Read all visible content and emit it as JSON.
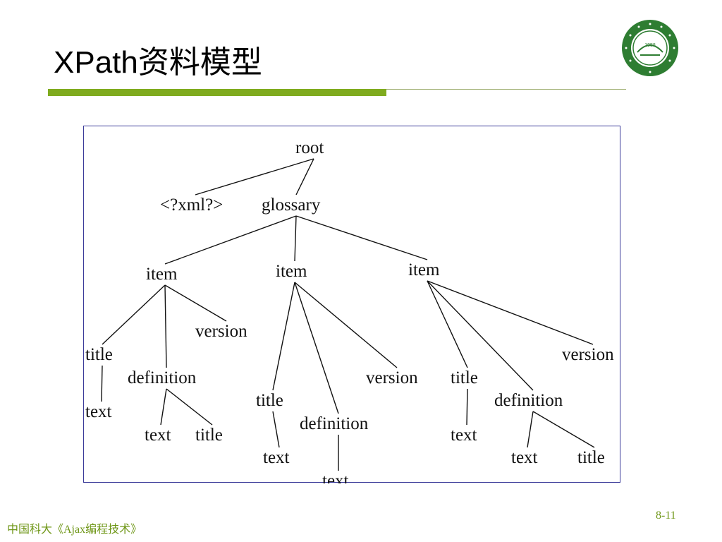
{
  "slide": {
    "title": "XPath资料模型",
    "footer_left": "中国科大《Ajax编程技术》",
    "page_number": "8-11"
  },
  "logo": {
    "year": "1958",
    "icon": "university-seal-icon"
  },
  "colors": {
    "accent_green": "#7fab1e",
    "thin_rule": "#9aaa6a",
    "footer_text": "#6e9616",
    "frame_border": "#3a3a99",
    "logo_green": "#2e7d32"
  },
  "tree": {
    "nodes": [
      {
        "id": "root",
        "label": "root"
      },
      {
        "id": "xml",
        "label": "<?xml?>"
      },
      {
        "id": "glossary",
        "label": "glossary"
      },
      {
        "id": "item1",
        "label": "item"
      },
      {
        "id": "item2",
        "label": "item"
      },
      {
        "id": "item3",
        "label": "item"
      },
      {
        "id": "i1_title",
        "label": "title"
      },
      {
        "id": "i1_title_text",
        "label": "text"
      },
      {
        "id": "i1_def",
        "label": "definition"
      },
      {
        "id": "i1_def_text",
        "label": "text"
      },
      {
        "id": "i1_def_title",
        "label": "title"
      },
      {
        "id": "i1_version",
        "label": "version"
      },
      {
        "id": "i2_title",
        "label": "title"
      },
      {
        "id": "i2_title_text",
        "label": "text"
      },
      {
        "id": "i2_def",
        "label": "definition"
      },
      {
        "id": "i2_def_text",
        "label": "text"
      },
      {
        "id": "i2_version",
        "label": "version"
      },
      {
        "id": "i3_title",
        "label": "title"
      },
      {
        "id": "i3_title_text",
        "label": "text"
      },
      {
        "id": "i3_def",
        "label": "definition"
      },
      {
        "id": "i3_def_text",
        "label": "text"
      },
      {
        "id": "i3_def_title",
        "label": "title"
      },
      {
        "id": "i3_version",
        "label": "version"
      }
    ],
    "edges": [
      [
        "root",
        "xml"
      ],
      [
        "root",
        "glossary"
      ],
      [
        "glossary",
        "item1"
      ],
      [
        "glossary",
        "item2"
      ],
      [
        "glossary",
        "item3"
      ],
      [
        "item1",
        "i1_title"
      ],
      [
        "item1",
        "i1_def"
      ],
      [
        "item1",
        "i1_version"
      ],
      [
        "i1_title",
        "i1_title_text"
      ],
      [
        "i1_def",
        "i1_def_text"
      ],
      [
        "i1_def",
        "i1_def_title"
      ],
      [
        "item2",
        "i2_title"
      ],
      [
        "item2",
        "i2_def"
      ],
      [
        "item2",
        "i2_version"
      ],
      [
        "i2_title",
        "i2_title_text"
      ],
      [
        "i2_def",
        "i2_def_text"
      ],
      [
        "item3",
        "i3_title"
      ],
      [
        "item3",
        "i3_def"
      ],
      [
        "item3",
        "i3_version"
      ],
      [
        "i3_title",
        "i3_title_text"
      ],
      [
        "i3_def",
        "i3_def_text"
      ],
      [
        "i3_def",
        "i3_def_title"
      ]
    ]
  }
}
